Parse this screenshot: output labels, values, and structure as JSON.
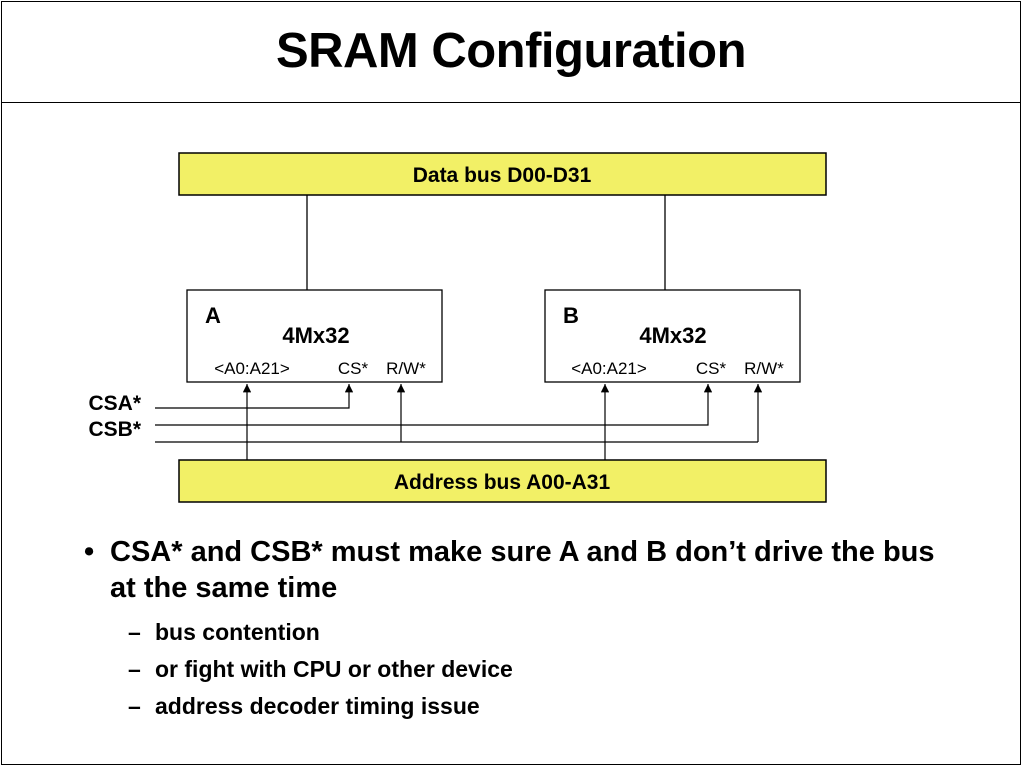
{
  "slide": {
    "title": "SRAM Configuration"
  },
  "diagram": {
    "data_bus_label": "Data bus D00-D31",
    "address_bus_label": "Address bus A00-A31",
    "bus_fill_color": "#f2f066",
    "chip_a": {
      "letter": "A",
      "size": "4Mx32",
      "addr_pin": "<A0:A21>",
      "cs_pin": "CS*",
      "rw_pin": "R/W*"
    },
    "chip_b": {
      "letter": "B",
      "size": "4Mx32",
      "addr_pin": "<A0:A21>",
      "cs_pin": "CS*",
      "rw_pin": "R/W*"
    },
    "signal_csa": "CSA*",
    "signal_csb": "CSB*"
  },
  "bullets": {
    "main": "CSA* and CSB* must make sure A and B don’t drive the bus at the same time",
    "bullet_glyph": "•",
    "dash_glyph": "–",
    "subs": [
      "bus contention",
      "or fight with CPU or other device",
      "address decoder timing issue"
    ]
  }
}
